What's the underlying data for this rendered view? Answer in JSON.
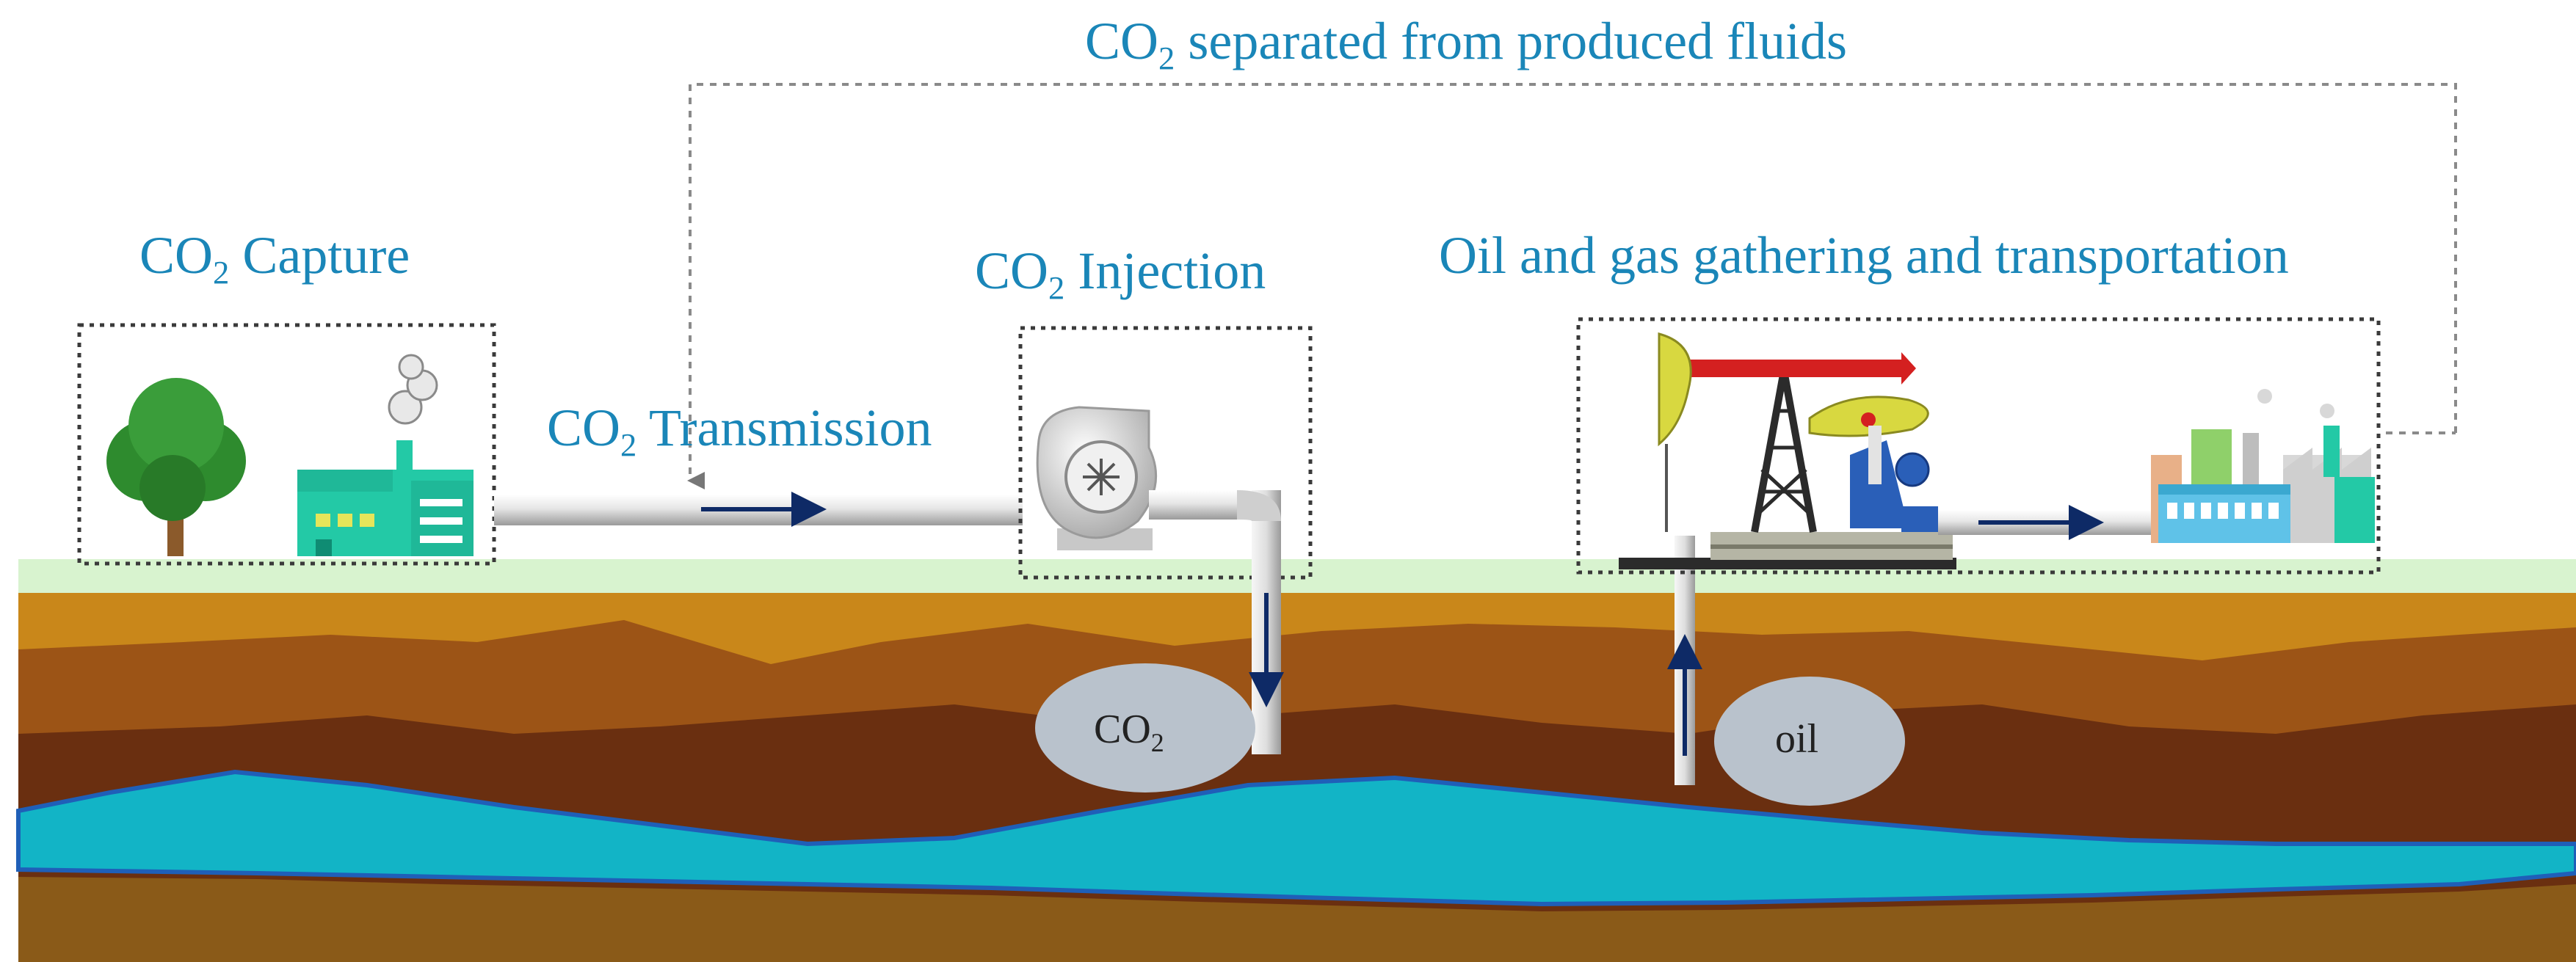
{
  "labels": {
    "recycle": {
      "prefix": "CO",
      "sub": "2",
      "suffix": " separated from produced fluids"
    },
    "capture": {
      "prefix": "CO",
      "sub": "2",
      "suffix": " Capture"
    },
    "transmission": {
      "prefix": "CO",
      "sub": "2",
      "suffix": " Transmission"
    },
    "injection": {
      "prefix": "CO",
      "sub": "2",
      "suffix": " Injection"
    },
    "gathering": "Oil and gas gathering and transportation",
    "reservoir_co2": {
      "prefix": "CO",
      "sub": "2"
    },
    "reservoir_oil": "oil"
  },
  "colors": {
    "label_text": "#1a86b8",
    "ground_surface": "#d8f3cf",
    "layer_top": "#c9871a",
    "layer_mid": "#9c5416",
    "layer_deep": "#6a2f10",
    "aquifer": "#12b4c6",
    "aquifer_edge": "#1f5fb8",
    "bottom_layer": "#8a5a18",
    "pipe": "#dcdcdc",
    "flow_arrow": "#0e2a66",
    "bubble": "#b9c2cc",
    "tree_crown": "#2e8b2e",
    "tree_trunk": "#8b5a2b",
    "factory": "#23c9a6",
    "pump_jack_beam": "#d42020",
    "pump_jack_head": "#d8d840",
    "pump_motor": "#2a5fb8",
    "plant_building": "#5fc2e8"
  },
  "icons": [
    "tree-icon",
    "factory-icon",
    "compressor-icon",
    "pump-jack-icon",
    "processing-plant-icon"
  ]
}
